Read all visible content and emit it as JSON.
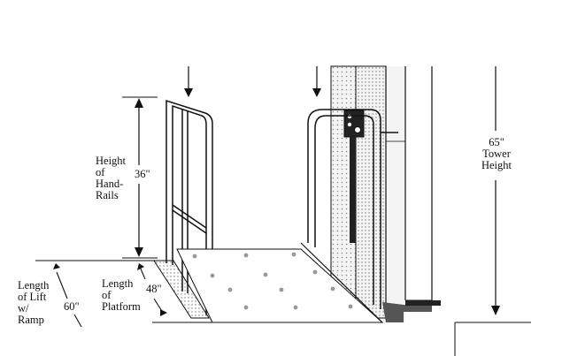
{
  "labels": {
    "handrail_height_lines": [
      "Height",
      "of",
      "Hand-",
      "Rails"
    ],
    "handrail_height_value": "36\"",
    "tower_height_lines": [
      "65\"",
      "Tower",
      "Height"
    ],
    "platform_length_lines": [
      "Length",
      "of",
      "Platform"
    ],
    "platform_length_value": "48\"",
    "lift_length_lines": [
      "Length",
      "of Lift",
      "w/",
      "Ramp"
    ],
    "lift_length_value": "60\""
  },
  "colors": {
    "line": "#111111",
    "stipple": "#9a9a9a",
    "tower_fill": "#eeeeee",
    "background": "#ffffff"
  }
}
